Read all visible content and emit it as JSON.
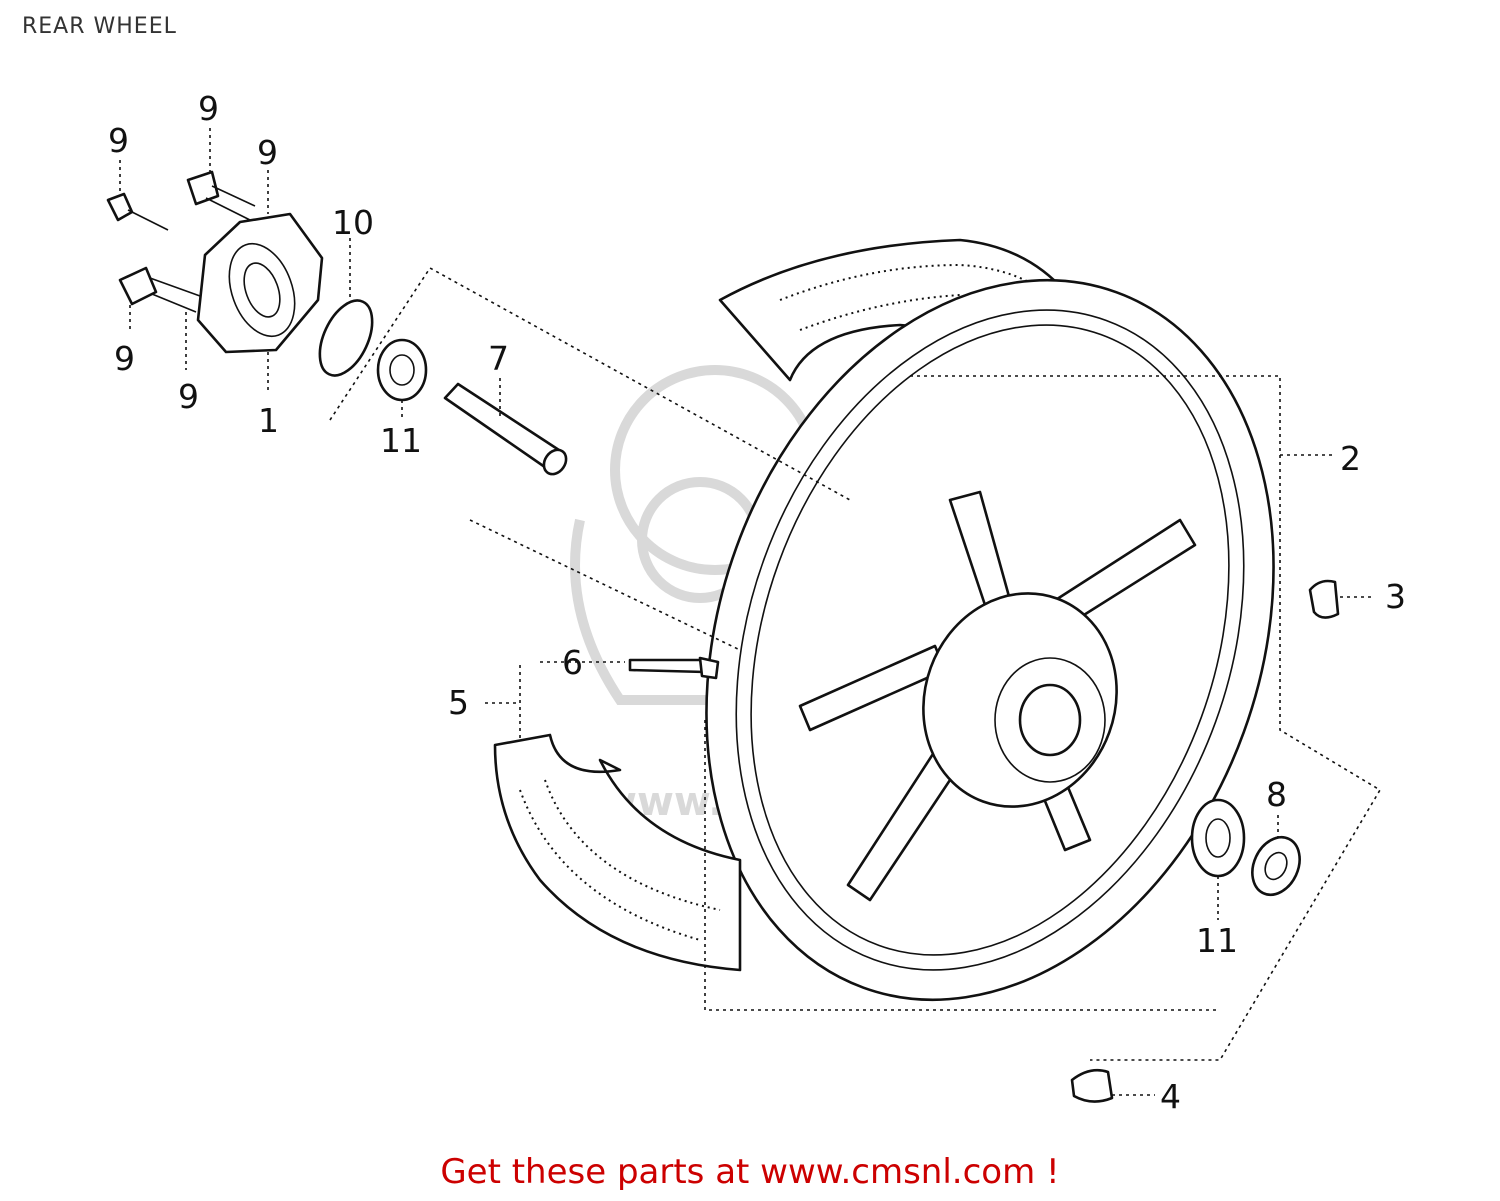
{
  "page": {
    "title": "REAR WHEEL"
  },
  "footer": {
    "cta": "Get these parts at www.cmsnl.com !",
    "color": "#cc0000"
  },
  "watermark": {
    "text": "www.cmsnl.com"
  },
  "callouts": [
    {
      "id": "callout-9a",
      "label": "9"
    },
    {
      "id": "callout-9b",
      "label": "9"
    },
    {
      "id": "callout-9c",
      "label": "9"
    },
    {
      "id": "callout-9d",
      "label": "9"
    },
    {
      "id": "callout-9e",
      "label": "9"
    },
    {
      "id": "callout-10",
      "label": "10"
    },
    {
      "id": "callout-1",
      "label": "1"
    },
    {
      "id": "callout-11a",
      "label": "11"
    },
    {
      "id": "callout-7",
      "label": "7"
    },
    {
      "id": "callout-2",
      "label": "2"
    },
    {
      "id": "callout-3",
      "label": "3"
    },
    {
      "id": "callout-6",
      "label": "6"
    },
    {
      "id": "callout-5",
      "label": "5"
    },
    {
      "id": "callout-8",
      "label": "8"
    },
    {
      "id": "callout-11b",
      "label": "11"
    },
    {
      "id": "callout-4",
      "label": "4"
    }
  ],
  "parts": [
    {
      "label": "1",
      "icon": "hub-flange-icon"
    },
    {
      "label": "2",
      "icon": "cast-wheel-icon"
    },
    {
      "label": "3",
      "icon": "balance-weight-icon"
    },
    {
      "label": "4",
      "icon": "balance-weight-icon"
    },
    {
      "label": "5",
      "icon": "tire-icon"
    },
    {
      "label": "6",
      "icon": "valve-icon"
    },
    {
      "label": "7",
      "icon": "spacer-icon"
    },
    {
      "label": "8",
      "icon": "collar-icon"
    },
    {
      "label": "9",
      "icon": "bolt-icon"
    },
    {
      "label": "10",
      "icon": "o-ring-icon"
    },
    {
      "label": "11",
      "icon": "bearing-icon"
    }
  ]
}
